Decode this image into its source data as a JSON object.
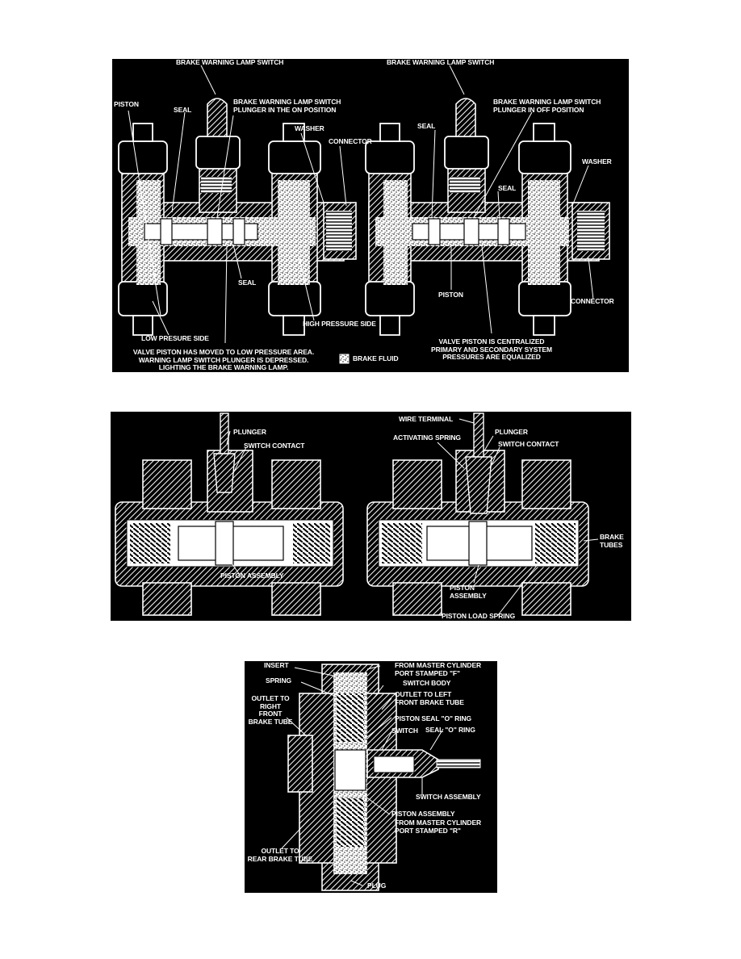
{
  "diagram1": {
    "left": {
      "brake_warning_lamp_switch": "BRAKE WARNING LAMP SWITCH",
      "plunger_on": "BRAKE WARNING LAMP SWITCH\nPLUNGER IN THE ON POSITION",
      "piston": "PISTON",
      "seal_top": "SEAL",
      "washer": "WASHER",
      "connector": "CONNECTOR",
      "seal_bottom": "SEAL",
      "low_pressure_side": "LOW PRESURE SIDE",
      "high_pressure_side": "HIGH PRESSURE SIDE",
      "caption": "VALVE PISTON HAS MOVED TO LOW PRESSURE AREA.\nWARNING LAMP SWITCH PLUNGER IS DEPRESSED.\nLIGHTING THE BRAKE WARNING LAMP."
    },
    "legend": "BRAKE FLUID",
    "right": {
      "brake_warning_lamp_switch": "BRAKE WARNING LAMP SWITCH",
      "plunger_off": "BRAKE WARNING LAMP SWITCH\nPLUNGER IN OFF POSITION",
      "seal_top": "SEAL",
      "seal_mid": "SEAL",
      "washer": "WASHER",
      "piston": "PISTON",
      "connector": "CONNECTOR",
      "caption": "VALVE PISTON IS CENTRALIZED\nPRIMARY AND SECONDARY SYSTEM\nPRESSURES ARE EQUALIZED"
    }
  },
  "diagram2": {
    "left": {
      "plunger": "PLUNGER",
      "switch_contact": "SWITCH CONTACT",
      "piston_assembly": "PISTON ASSEMBLY"
    },
    "right": {
      "wire_terminal": "WIRE TERMINAL",
      "activating_spring": "ACTIVATING SPRING",
      "plunger": "PLUNGER",
      "switch_contact": "SWITCH CONTACT",
      "brake_tubes": "BRAKE\nTUBES",
      "piston_assembly": "PISTON\nASSEMBLY",
      "piston_load_spring": "PISTON LOAD SPRING"
    }
  },
  "diagram3": {
    "insert": "INSERT",
    "spring": "SPRING",
    "from_master_f": "FROM MASTER CYLINDER\nPORT STAMPED \"F\"",
    "switch_body": "SWITCH BODY",
    "outlet_left_front": "OUTLET TO LEFT\nFRONT BRAKE TUBE",
    "outlet_right_front": "OUTLET TO\nRIGHT\nFRONT\nBRAKE TUBE",
    "piston_seal_o_ring": "PISTON SEAL \"O\" RING",
    "switch": "SWITCH",
    "seal_o_ring": "SEAL \"O\" RING",
    "switch_assembly": "SWITCH ASSEMBLY",
    "piston_assembly": "PISTON ASSEMBLY",
    "from_master_r": "FROM MASTER CYLINDER\nPORT STAMPED \"R\"",
    "outlet_rear": "OUTLET TO\nREAR BRAKE TUBE",
    "plug": "PLUG"
  }
}
